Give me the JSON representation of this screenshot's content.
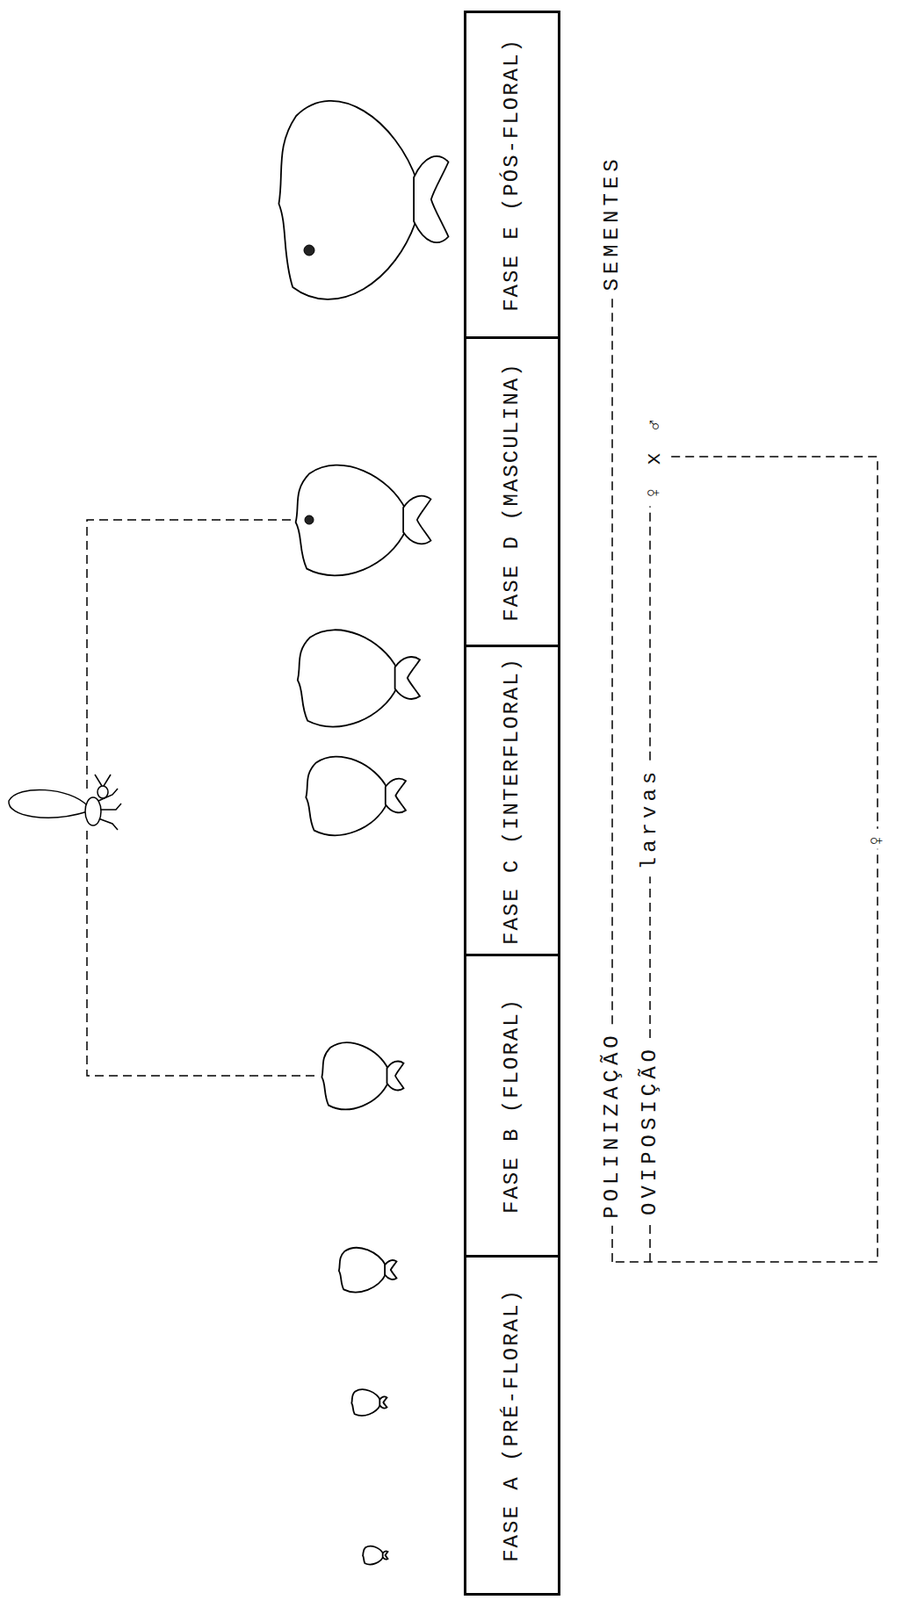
{
  "diagram": {
    "nodes": [
      {
        "text": [
          "FASE A (PRÉ-FLORAL)"
        ]
      },
      {
        "text": [
          "FASE B (FLORAL)"
        ]
      },
      {
        "text": [
          "FASE C (INTERFLORAL)"
        ]
      },
      {
        "text": [
          "FASE D (MASCULINA)"
        ]
      },
      {
        "text": [
          "FASE E (PÓS-FLORAL)"
        ]
      }
    ],
    "labels": [
      "POLINIZAÇÃO",
      "SEMENTES",
      "OVIPOSIÇÃO",
      "larvas",
      "♀ x ♂",
      "♀"
    ]
  }
}
